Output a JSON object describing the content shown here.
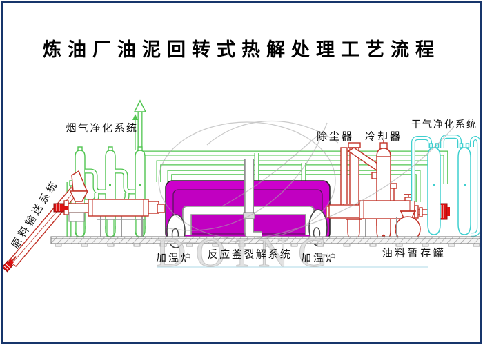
{
  "title": "炼油厂油泥回转式热解处理工艺流程",
  "watermark": {
    "text": "DOING"
  },
  "labels": {
    "flue_gas_system": "烟气净化系统",
    "feed_conveyor_system": "原料输送系统",
    "dust_remover": "除尘器",
    "cooler": "冷却器",
    "dry_gas_system": "干气净化系统",
    "heating_furnace_left": "加温炉",
    "reactor_cracking_system": "反应釜裂解系统",
    "heating_furnace_right": "加温炉",
    "oil_storage_tank": "油料暂存罐"
  },
  "colors": {
    "border_navy": "#17356b",
    "flue_gas_green": "#4fc44f",
    "cad_red": "#c23227",
    "motor_red": "#dd1111",
    "reactor_magenta": "#cc00cc",
    "dry_gas_cyan": "#3ecfcf",
    "frame_gray": "#9a9a9a",
    "watermark_gray": "#b9b9b9"
  }
}
